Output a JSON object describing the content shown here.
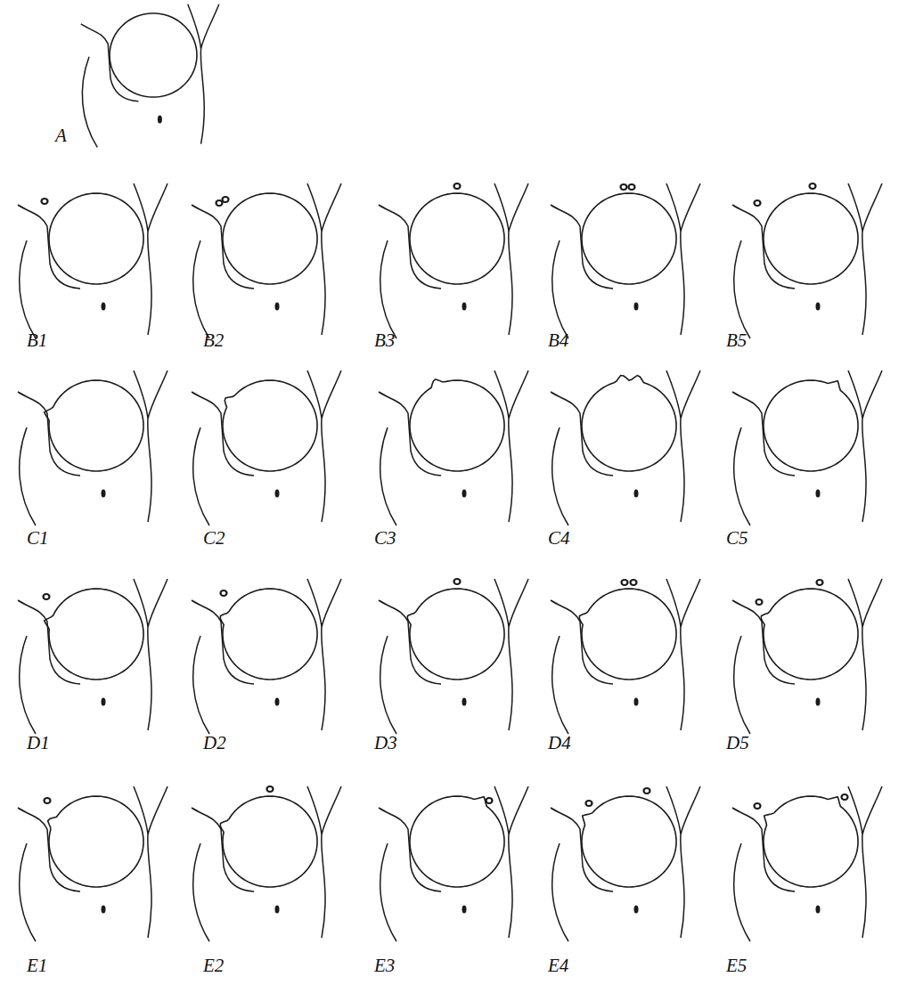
{
  "diagram": {
    "labels": [
      "A",
      "B1",
      "B2",
      "B3",
      "B4",
      "B5",
      "C1",
      "C2",
      "C3",
      "C4",
      "C5",
      "D1",
      "D2",
      "D3",
      "D4",
      "D5",
      "E1",
      "E2",
      "E3",
      "E4",
      "E5"
    ]
  }
}
